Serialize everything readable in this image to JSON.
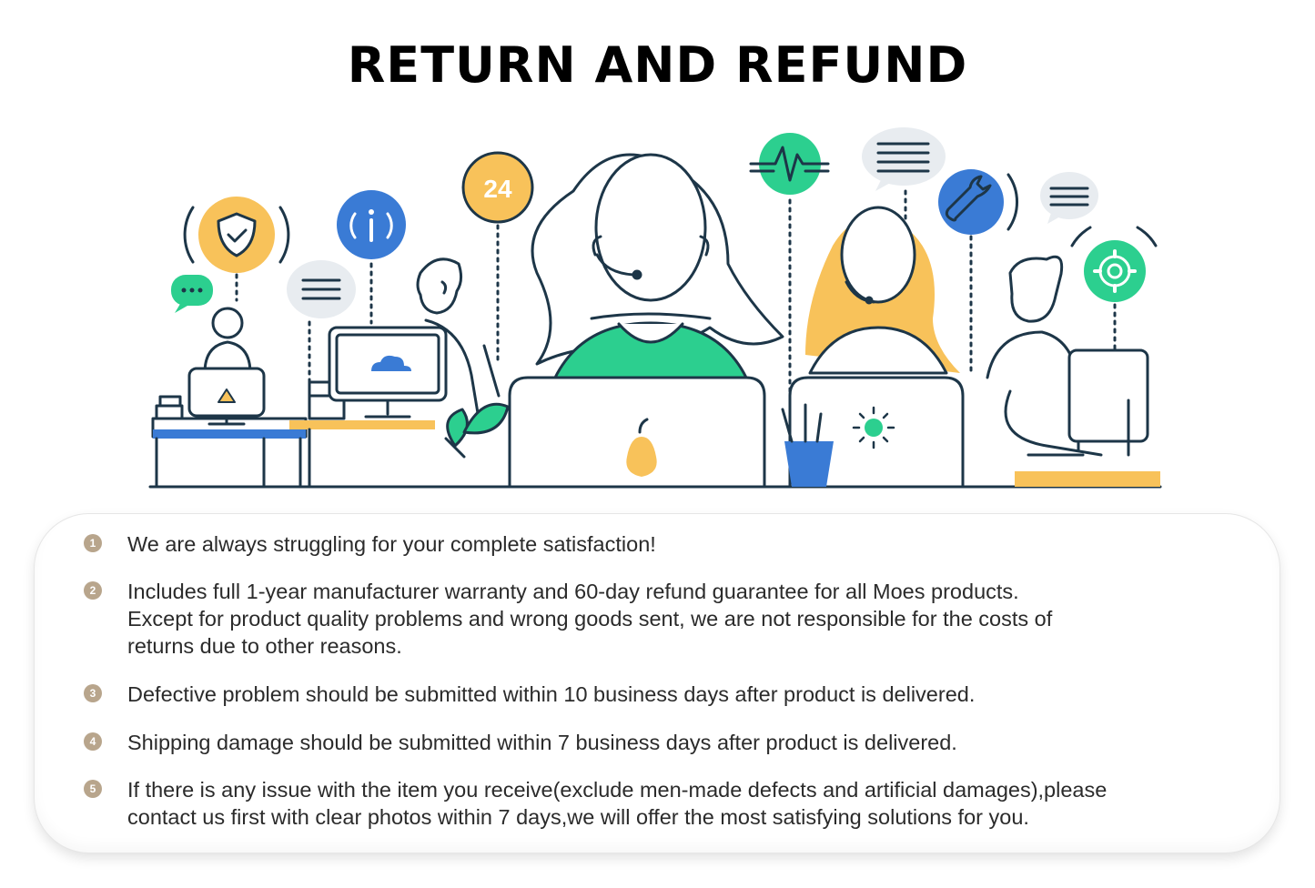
{
  "title": "RETURN AND REFUND",
  "illustration": {
    "badge_24": "24",
    "colors": {
      "navy": "#1d3648",
      "green": "#2ccf8f",
      "yellow": "#f8c25a",
      "blue": "#3a7bd5",
      "gray_bubble": "#e8ecf0"
    }
  },
  "items": [
    {
      "number": "1",
      "lines": [
        "We are always struggling for your complete satisfaction!"
      ]
    },
    {
      "number": "2",
      "lines": [
        "Includes full 1-year manufacturer warranty and 60-day refund guarantee for all Moes products.",
        "Except for product quality problems and wrong goods sent, we are not responsible for the costs of",
        "returns due to other reasons."
      ]
    },
    {
      "number": "3",
      "lines": [
        "Defective problem should be submitted within 10 business days after product is delivered."
      ]
    },
    {
      "number": "4",
      "lines": [
        "Shipping damage should be submitted within 7 business days after product is delivered."
      ]
    },
    {
      "number": "5",
      "lines": [
        "If there is any issue with the item you receive(exclude men-made defects and artificial damages),please",
        "contact us first with clear photos within 7 days,we will offer the most satisfying solutions for you."
      ]
    }
  ],
  "colors": {
    "number_badge": "#b8a58c",
    "text": "#2b2b2b",
    "title": "#000000"
  }
}
